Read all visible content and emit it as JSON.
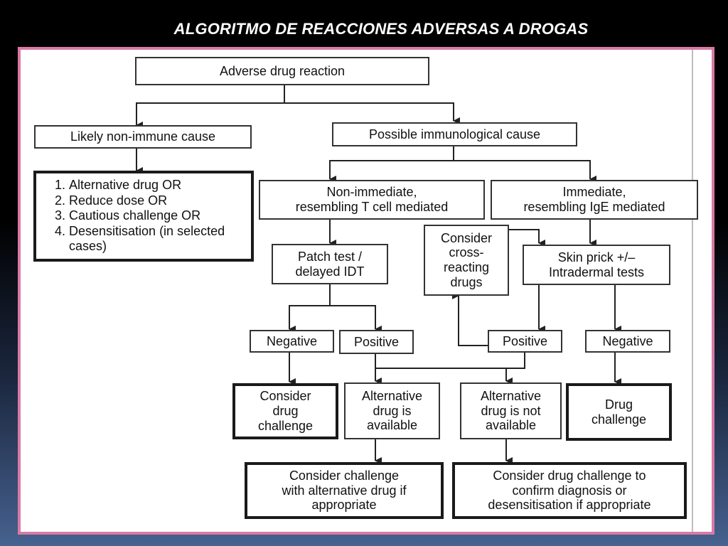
{
  "slide": {
    "title": "ALGORITMO DE REACCIONES ADVERSAS A DROGAS"
  },
  "flowchart": {
    "root": "Adverse drug reaction",
    "non_immune": "Likely non-immune cause",
    "non_immune_options": [
      "Alternative drug OR",
      "Reduce dose OR",
      "Cautious challenge OR",
      "Desensitisation (in selected cases)"
    ],
    "immune": "Possible immunological cause",
    "non_immediate": "Non-immediate,\nresembling T cell mediated",
    "immediate": "Immediate,\nresembling IgE mediated",
    "patch_test": "Patch test /\ndelayed IDT",
    "cross_reacting": "Consider\ncross-\nreacting\ndrugs",
    "skin_prick": "Skin prick +/–\nIntradermal tests",
    "patch_negative": "Negative",
    "patch_positive": "Positive",
    "skin_positive": "Positive",
    "skin_negative": "Negative",
    "consider_drug_challenge": "Consider\ndrug\nchallenge",
    "alt_available": "Alternative\ndrug is\navailable",
    "alt_not_available": "Alternative\ndrug is not\navailable",
    "drug_challenge": "Drug\nchallenge",
    "challenge_alternative": "Consider challenge\nwith alternative drug if\nappropriate",
    "challenge_confirm": "Consider drug challenge to\nconfirm diagnosis or\ndesensitisation if appropriate"
  },
  "colors": {
    "frame_border": "#d97aa6",
    "background_top": "#000000",
    "background_bottom": "#46628f",
    "box_border": "#333333"
  }
}
